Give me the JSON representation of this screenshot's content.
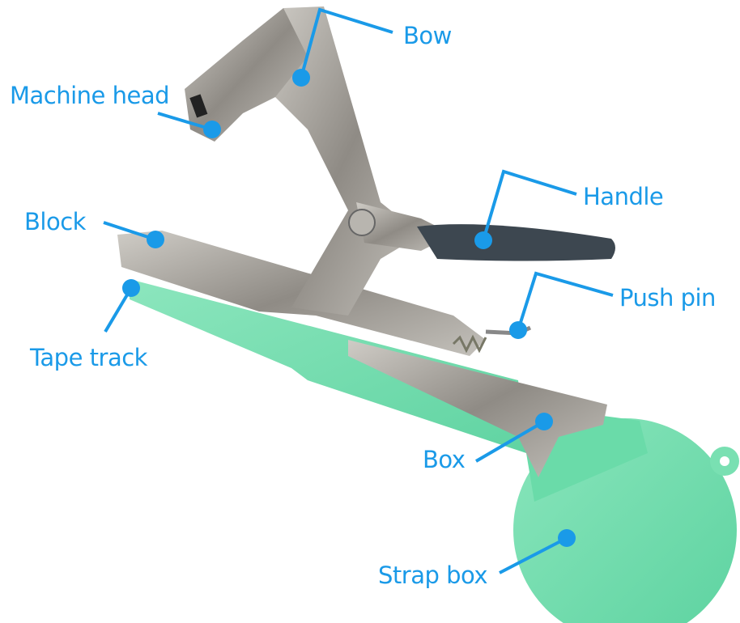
{
  "labels": {
    "bow": "Bow",
    "machine_head": "Machine head",
    "handle": "Handle",
    "block": "Block",
    "push_pin": "Push pin",
    "tape_track": "Tape track",
    "box": "Box",
    "strap_box": "Strap box"
  },
  "colors": {
    "label": "#1a9ae8",
    "metal": "#a9a6a0",
    "green_plastic": "#5fd6a2",
    "handle_grip": "#3d4750"
  }
}
